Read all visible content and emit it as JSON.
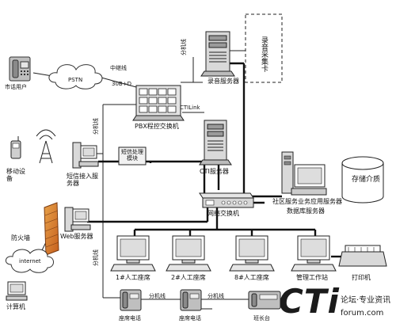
{
  "nodes": {
    "phone_user": "市话用户",
    "pstn": "PSTN",
    "trunk": "中继线",
    "trunk_spec": "30B+D",
    "pbx": "PBX程控交换机",
    "cti_link": "CTILink",
    "ext_line": "分机线",
    "rec_server": "录音服务器",
    "rec_card": "录音采集卡",
    "cti_server": "CTI服务器",
    "mobile": "移动设备",
    "sms_server": "短信接入服务器",
    "sms_modem": "短信处理模块",
    "firewall": "防火墙",
    "web_server": "Web服务器",
    "internet": "internet",
    "computer": "计算机",
    "switch": "网络交换机",
    "app_server": "社区服务业务应用服务器",
    "db_server": "数据库服务器",
    "storage": "存储介质",
    "agent1": "1#人工座席",
    "agent2": "2#人工座席",
    "agent8": "8#人工座席",
    "mgmt": "管理工作站",
    "printer": "打印机",
    "seat_phone": "座席电话",
    "seat_phone2": "座席电话",
    "attendant": "班长台"
  },
  "watermark": {
    "logo": "CTi",
    "line1": "论坛·专业资讯",
    "line2": "forum.com"
  }
}
